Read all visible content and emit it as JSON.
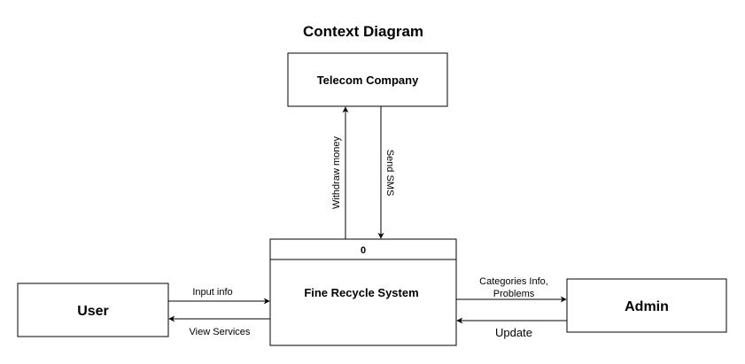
{
  "title": "Context Diagram",
  "entities": {
    "telecom": {
      "label": "Telecom Company"
    },
    "user": {
      "label": "User"
    },
    "admin": {
      "label": "Admin"
    }
  },
  "process": {
    "number": "0",
    "label": "Fine Recycle System"
  },
  "flows": {
    "withdraw_money": "Withdraw money",
    "send_sms": "Send SMS",
    "input_info": "Input info",
    "view_services": "View Services",
    "categories_line1": "Categories Info,",
    "categories_line2": "Problems",
    "update": "Update"
  },
  "colors": {
    "stroke": "#000000",
    "fill": "#ffffff"
  }
}
